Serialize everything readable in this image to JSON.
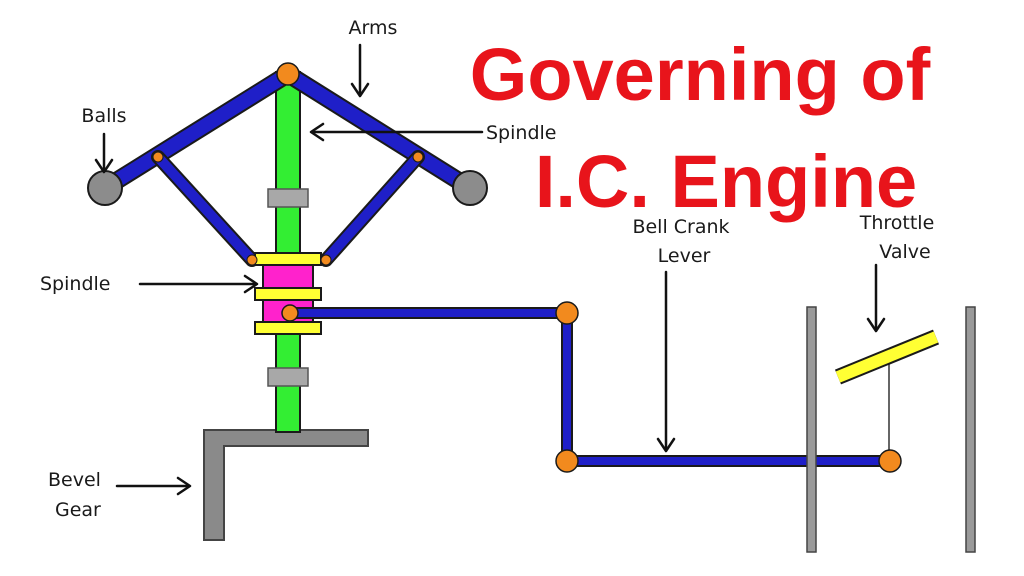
{
  "title": {
    "line1": "Governing of",
    "line2": "I.C. Engine",
    "color": "#e8141b"
  },
  "labels": {
    "arms": "Arms",
    "balls": "Balls",
    "spindle_top": "Spindle",
    "spindle_left": "Spindle",
    "bell_crank_1": "Bell Crank",
    "bell_crank_2": "Lever",
    "throttle_1": "Throttle",
    "throttle_2": "Valve",
    "bevel_1": "Bevel",
    "bevel_2": "Gear"
  },
  "colors": {
    "arm": "#1f1fc8",
    "spindle": "#33ee33",
    "sleeve": "#ff22cc",
    "collar": "#ffff33",
    "joint": "#f28a1e",
    "ball": "#8c8c8c",
    "gear": "#8a8a8a"
  }
}
